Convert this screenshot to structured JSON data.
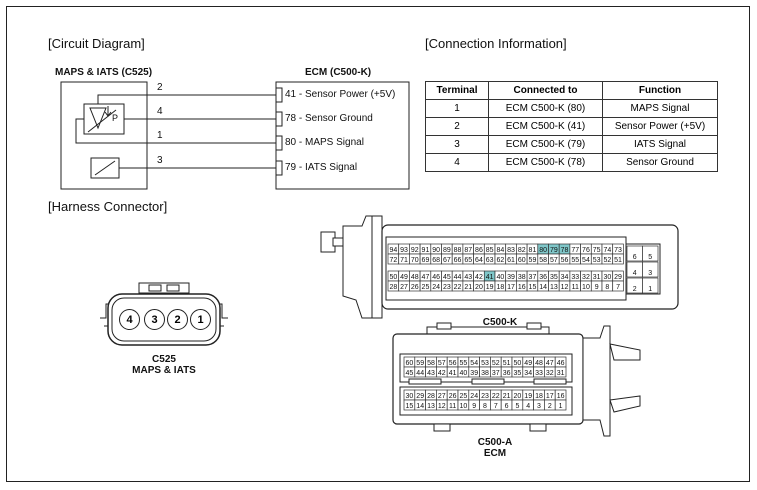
{
  "headings": {
    "circuit": "[Circuit Diagram]",
    "connection": "[Connection Information]",
    "harness": "[Harness Connector]"
  },
  "circuit": {
    "sensor_title": "MAPS & IATS (C525)",
    "ecm_title": "ECM (C500-K)",
    "p_symbol": "P",
    "wires": [
      {
        "pin": "2",
        "ecm_pin": "41",
        "label": "- Sensor Power (+5V)"
      },
      {
        "pin": "4",
        "ecm_pin": "78",
        "label": "- Sensor Ground"
      },
      {
        "pin": "1",
        "ecm_pin": "80",
        "label": "- MAPS Signal"
      },
      {
        "pin": "3",
        "ecm_pin": "79",
        "label": "- IATS Signal"
      }
    ]
  },
  "table": {
    "headers": [
      "Terminal",
      "Connected to",
      "Function"
    ],
    "rows": [
      [
        "1",
        "ECM C500-K (80)",
        "MAPS Signal"
      ],
      [
        "2",
        "ECM C500-K (41)",
        "Sensor Power (+5V)"
      ],
      [
        "3",
        "ECM C500-K (79)",
        "IATS Signal"
      ],
      [
        "4",
        "ECM C500-K (78)",
        "Sensor Ground"
      ]
    ]
  },
  "c525": {
    "cavities": [
      "4",
      "3",
      "2",
      "1"
    ],
    "caption_line1": "C525",
    "caption_line2": "MAPS & IATS"
  },
  "c500k": {
    "caption": "C500-K",
    "highlight_pins": [
      "80",
      "79",
      "78",
      "41"
    ],
    "highlight_color": "#7fc7c9",
    "rows": [
      [
        "94",
        "93",
        "92",
        "91",
        "90",
        "89",
        "88",
        "87",
        "86",
        "85",
        "84",
        "83",
        "82",
        "81",
        "80",
        "79",
        "78",
        "77",
        "76",
        "75",
        "74",
        "73"
      ],
      [
        "72",
        "71",
        "70",
        "69",
        "68",
        "67",
        "66",
        "65",
        "64",
        "63",
        "62",
        "61",
        "60",
        "59",
        "58",
        "57",
        "56",
        "55",
        "54",
        "53",
        "52",
        "51"
      ],
      [
        "50",
        "49",
        "48",
        "47",
        "46",
        "45",
        "44",
        "43",
        "42",
        "41",
        "40",
        "39",
        "38",
        "37",
        "36",
        "35",
        "34",
        "33",
        "32",
        "31",
        "30",
        "29"
      ],
      [
        "28",
        "27",
        "26",
        "25",
        "24",
        "23",
        "22",
        "21",
        "20",
        "19",
        "18",
        "17",
        "16",
        "15",
        "14",
        "13",
        "12",
        "11",
        "10",
        "9",
        "8",
        "7"
      ]
    ],
    "side_rows": [
      [
        "6",
        "5"
      ],
      [
        "4",
        "3"
      ],
      [
        "2",
        "1"
      ]
    ]
  },
  "c500a": {
    "caption_line1": "C500-A",
    "caption_line2": "ECM",
    "rows": [
      [
        "60",
        "59",
        "58",
        "57",
        "56",
        "55",
        "54",
        "53",
        "52",
        "51",
        "50",
        "49",
        "48",
        "47",
        "46"
      ],
      [
        "45",
        "44",
        "43",
        "42",
        "41",
        "40",
        "39",
        "38",
        "37",
        "36",
        "35",
        "34",
        "33",
        "32",
        "31"
      ],
      [
        "30",
        "29",
        "28",
        "27",
        "26",
        "25",
        "24",
        "23",
        "22",
        "21",
        "20",
        "19",
        "18",
        "17",
        "16"
      ],
      [
        "15",
        "14",
        "13",
        "12",
        "11",
        "10",
        "9",
        "8",
        "7",
        "6",
        "5",
        "4",
        "3",
        "2",
        "1"
      ]
    ]
  }
}
